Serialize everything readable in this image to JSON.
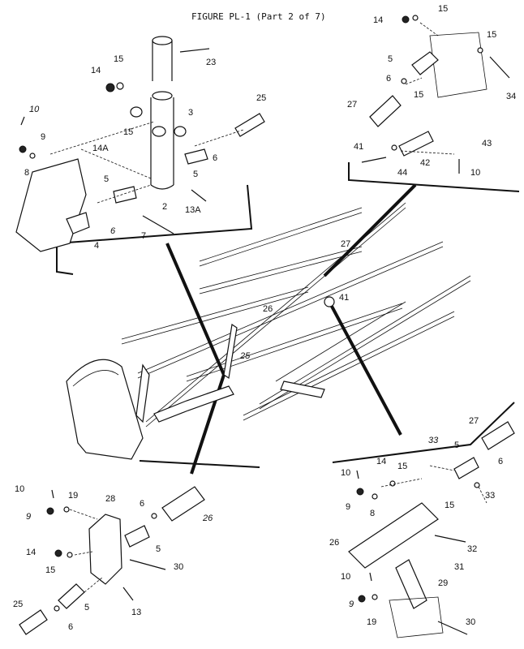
{
  "figure_title": "FIGURE PL-1 (Part 2 of 7)",
  "callouts": {
    "tl": [
      "23",
      "15",
      "14",
      "3",
      "25",
      "10",
      "9",
      "15",
      "14A",
      "8",
      "6",
      "5",
      "5",
      "2",
      "13A",
      "6",
      "7",
      "4"
    ],
    "tr": [
      "14",
      "15",
      "15",
      "5",
      "34",
      "6",
      "15",
      "27",
      "41",
      "43",
      "42",
      "44",
      "10"
    ],
    "mid": [
      "27",
      "41",
      "26",
      "25"
    ],
    "bl": [
      "10",
      "19",
      "28",
      "9",
      "6",
      "26",
      "14",
      "5",
      "15",
      "30",
      "25",
      "5",
      "13",
      "6"
    ],
    "br": [
      "27",
      "33",
      "5",
      "6",
      "10",
      "14",
      "15",
      "33",
      "9",
      "8",
      "15",
      "26",
      "32",
      "31",
      "10",
      "29",
      "9",
      "19",
      "30"
    ]
  },
  "colors": {
    "ink": "#111111",
    "paper": "#ffffff"
  }
}
